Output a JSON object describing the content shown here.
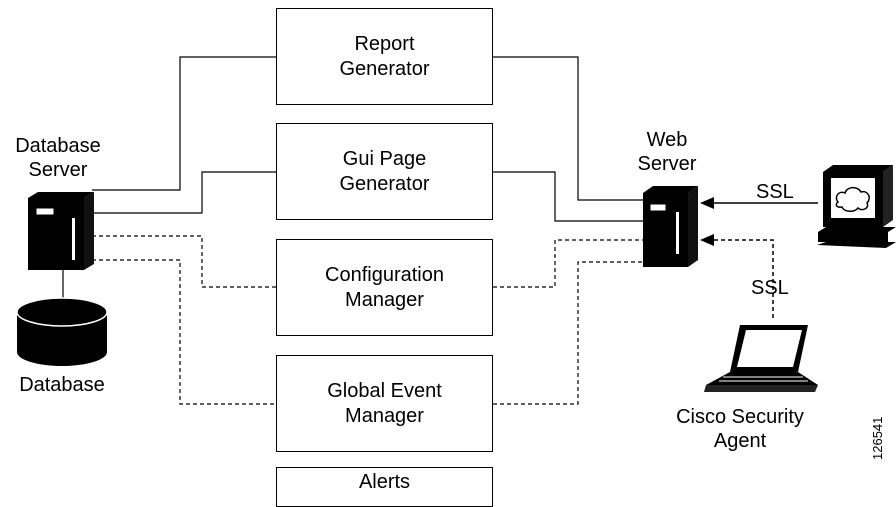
{
  "modules": [
    {
      "line1": "Report",
      "line2": "Generator"
    },
    {
      "line1": "Gui Page",
      "line2": "Generator"
    },
    {
      "line1": "Configuration",
      "line2": "Manager"
    },
    {
      "line1": "Global Event",
      "line2": "Manager"
    },
    {
      "line1": "Alerts",
      "line2": ""
    }
  ],
  "database_server": {
    "line1": "Database",
    "line2": "Server"
  },
  "database": {
    "label": "Database"
  },
  "web_server": {
    "line1": "Web",
    "line2": "Server"
  },
  "connections": {
    "ssl_top": "SSL",
    "ssl_bottom": "SSL"
  },
  "agent": {
    "line1": "Cisco Security",
    "line2": "Agent"
  },
  "figure_id": "126541"
}
